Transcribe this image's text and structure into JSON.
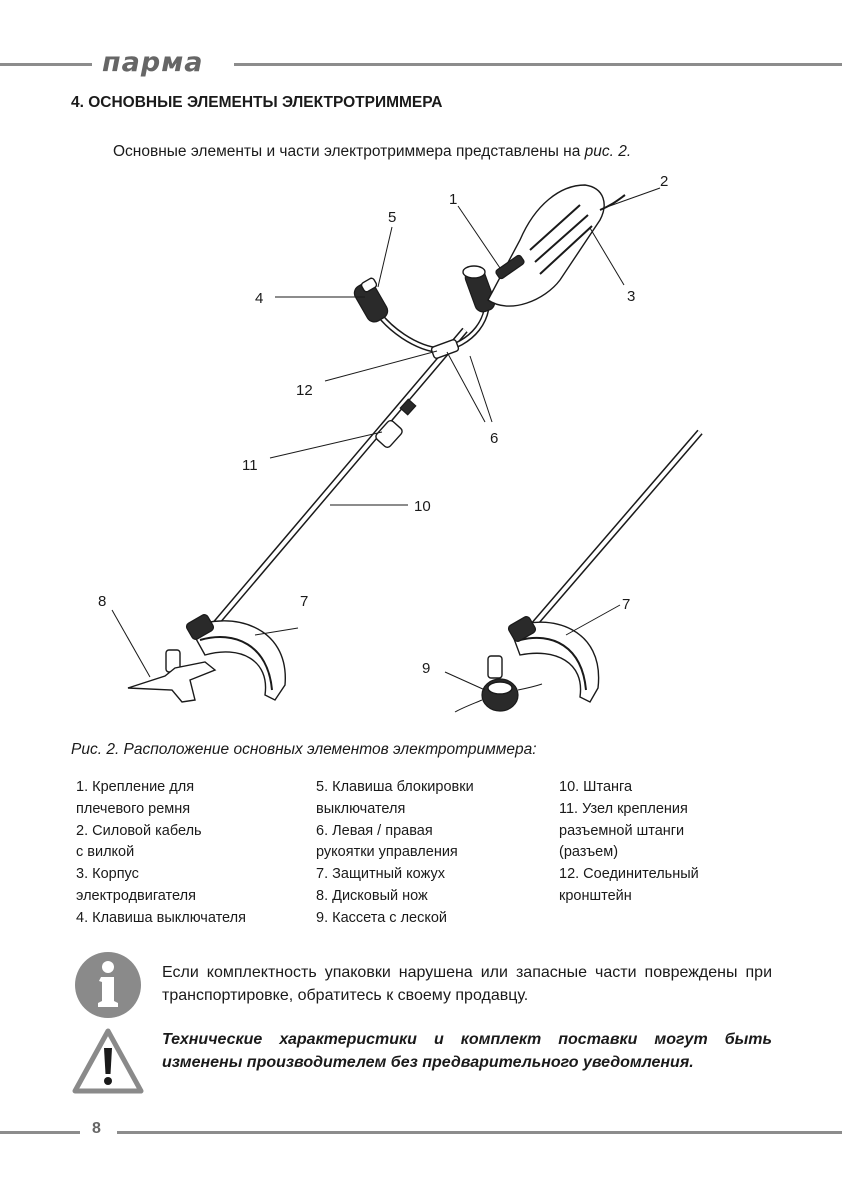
{
  "header": {
    "brand": "парма",
    "title": "4. ОСНОВНЫЕ ЭЛЕМЕНТЫ ЭЛЕКТРОТРИММЕРА"
  },
  "intro": {
    "text": "Основные элементы и части электротриммера представлены на ",
    "ref": "рис. 2."
  },
  "figure": {
    "callouts": [
      "1",
      "2",
      "3",
      "4",
      "5",
      "6",
      "7",
      "7",
      "8",
      "9",
      "10",
      "11",
      "12"
    ],
    "caption": "Рис. 2. Расположение основных элементов электротриммера:"
  },
  "legend": {
    "col1": [
      "1. Крепление для",
      "плечевого ремня",
      "2. Силовой кабель",
      "с вилкой",
      "3. Корпус",
      "электродвигателя",
      "4. Клавиша выключателя"
    ],
    "col2": [
      "5. Клавиша блокировки",
      "выключателя",
      "6. Левая / правая",
      "рукоятки управления",
      "7. Защитный кожух",
      "8. Дисковый нож",
      "9. Кассета с леской"
    ],
    "col3": [
      "10. Штанга",
      "11. Узел крепления",
      "разъемной штанги",
      "(разъем)",
      "12. Соединительный",
      "кронштейн"
    ]
  },
  "notes": {
    "info": "Если комплектность упаковки нарушена или запасные части по­вреждены при транспортировке, обратитесь к своему продавцу.",
    "warning": "Технические характеристики и комплект поставки могут быть изменены производителем без предварительного уве­домления."
  },
  "footer": {
    "page_number": "8"
  }
}
